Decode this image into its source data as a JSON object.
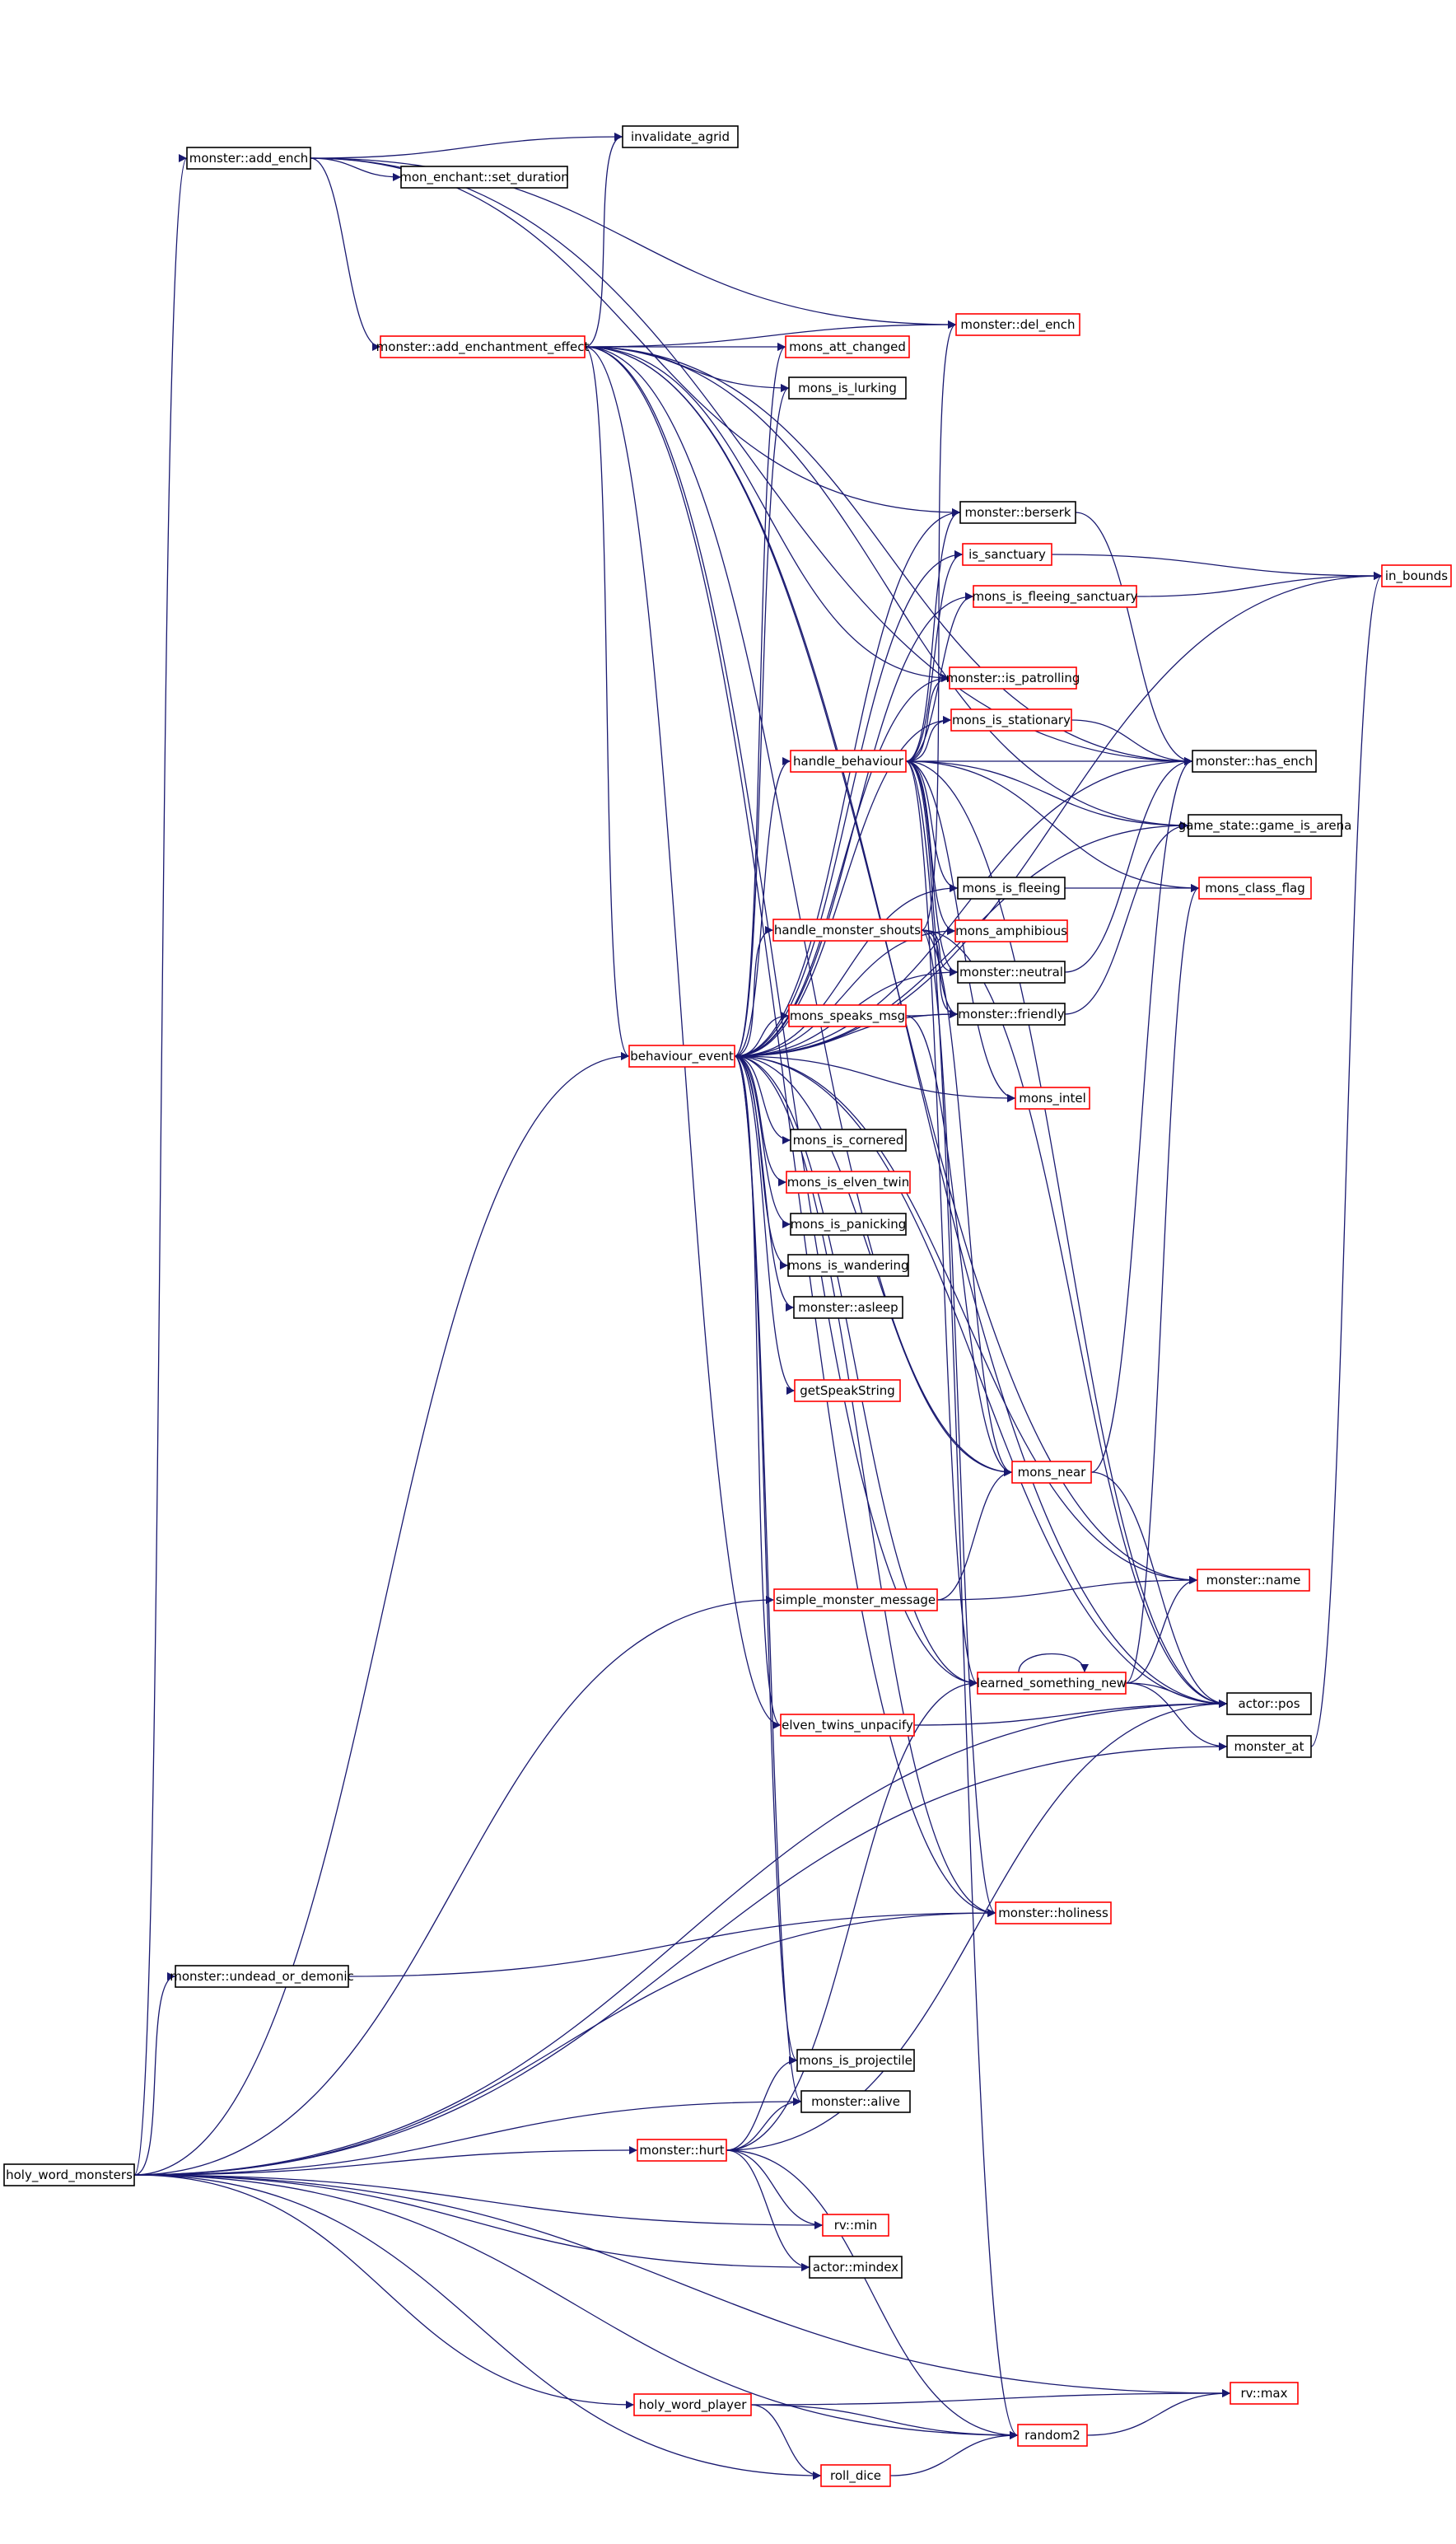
{
  "graph": {
    "edge_color": "#191970",
    "node_border_black": "#000000",
    "node_border_red": "#ff0000",
    "root_fill": "#bfbfbf",
    "nodes": [
      {
        "id": "holy_word_monsters",
        "label": "holy_word_monsters",
        "border": "black",
        "root": true
      },
      {
        "id": "add_ench",
        "label": "monster::add_ench",
        "border": "black"
      },
      {
        "id": "invalidate_agrid",
        "label": "invalidate_agrid",
        "border": "black"
      },
      {
        "id": "set_duration",
        "label": "mon_enchant::set_duration",
        "border": "black"
      },
      {
        "id": "add_enchantment_effect",
        "label": "monster::add_enchantment_effect",
        "border": "red"
      },
      {
        "id": "del_ench",
        "label": "monster::del_ench",
        "border": "red"
      },
      {
        "id": "mons_att_changed",
        "label": "mons_att_changed",
        "border": "red"
      },
      {
        "id": "mons_is_lurking",
        "label": "mons_is_lurking",
        "border": "black"
      },
      {
        "id": "berserk",
        "label": "monster::berserk",
        "border": "black"
      },
      {
        "id": "is_sanctuary",
        "label": "is_sanctuary",
        "border": "red"
      },
      {
        "id": "in_bounds",
        "label": "in_bounds",
        "border": "red"
      },
      {
        "id": "mons_is_fleeing_sanctuary",
        "label": "mons_is_fleeing_sanctuary",
        "border": "red"
      },
      {
        "id": "is_patrolling",
        "label": "monster::is_patrolling",
        "border": "red"
      },
      {
        "id": "mons_is_stationary",
        "label": "mons_is_stationary",
        "border": "red"
      },
      {
        "id": "handle_behaviour",
        "label": "handle_behaviour",
        "border": "red"
      },
      {
        "id": "has_ench",
        "label": "monster::has_ench",
        "border": "black"
      },
      {
        "id": "game_is_arena",
        "label": "game_state::game_is_arena",
        "border": "black"
      },
      {
        "id": "mons_is_fleeing",
        "label": "mons_is_fleeing",
        "border": "black"
      },
      {
        "id": "mons_class_flag",
        "label": "mons_class_flag",
        "border": "red"
      },
      {
        "id": "handle_monster_shouts",
        "label": "handle_monster_shouts",
        "border": "red"
      },
      {
        "id": "mons_amphibious",
        "label": "mons_amphibious",
        "border": "red"
      },
      {
        "id": "neutral",
        "label": "monster::neutral",
        "border": "black"
      },
      {
        "id": "mons_speaks_msg",
        "label": "mons_speaks_msg",
        "border": "red"
      },
      {
        "id": "friendly",
        "label": "monster::friendly",
        "border": "black"
      },
      {
        "id": "behaviour_event",
        "label": "behaviour_event",
        "border": "red"
      },
      {
        "id": "mons_intel",
        "label": "mons_intel",
        "border": "red"
      },
      {
        "id": "mons_is_cornered",
        "label": "mons_is_cornered",
        "border": "black"
      },
      {
        "id": "mons_is_elven_twin",
        "label": "mons_is_elven_twin",
        "border": "red"
      },
      {
        "id": "mons_is_panicking",
        "label": "mons_is_panicking",
        "border": "black"
      },
      {
        "id": "mons_is_wandering",
        "label": "mons_is_wandering",
        "border": "black"
      },
      {
        "id": "asleep",
        "label": "monster::asleep",
        "border": "black"
      },
      {
        "id": "getSpeakString",
        "label": "getSpeakString",
        "border": "red"
      },
      {
        "id": "mons_near",
        "label": "mons_near",
        "border": "red"
      },
      {
        "id": "name",
        "label": "monster::name",
        "border": "red"
      },
      {
        "id": "simple_monster_message",
        "label": "simple_monster_message",
        "border": "red"
      },
      {
        "id": "learned_something_new",
        "label": "learned_something_new",
        "border": "red"
      },
      {
        "id": "pos",
        "label": "actor::pos",
        "border": "black"
      },
      {
        "id": "elven_twins_unpacify",
        "label": "elven_twins_unpacify",
        "border": "red"
      },
      {
        "id": "monster_at",
        "label": "monster_at",
        "border": "black"
      },
      {
        "id": "holiness",
        "label": "monster::holiness",
        "border": "red"
      },
      {
        "id": "undead_or_demonic",
        "label": "monster::undead_or_demonic",
        "border": "black"
      },
      {
        "id": "mons_is_projectile",
        "label": "mons_is_projectile",
        "border": "black"
      },
      {
        "id": "alive",
        "label": "monster::alive",
        "border": "black"
      },
      {
        "id": "hurt",
        "label": "monster::hurt",
        "border": "red"
      },
      {
        "id": "rv_min",
        "label": "rv::min",
        "border": "red"
      },
      {
        "id": "mindex",
        "label": "actor::mindex",
        "border": "black"
      },
      {
        "id": "rv_max",
        "label": "rv::max",
        "border": "red"
      },
      {
        "id": "holy_word_player",
        "label": "holy_word_player",
        "border": "red"
      },
      {
        "id": "random2",
        "label": "random2",
        "border": "red"
      },
      {
        "id": "roll_dice",
        "label": "roll_dice",
        "border": "red"
      }
    ],
    "edges": [
      [
        "holy_word_monsters",
        "add_ench"
      ],
      [
        "holy_word_monsters",
        "behaviour_event"
      ],
      [
        "holy_word_monsters",
        "holiness"
      ],
      [
        "holy_word_monsters",
        "undead_or_demonic"
      ],
      [
        "holy_word_monsters",
        "simple_monster_message"
      ],
      [
        "holy_word_monsters",
        "pos"
      ],
      [
        "holy_word_monsters",
        "alive"
      ],
      [
        "holy_word_monsters",
        "hurt"
      ],
      [
        "holy_word_monsters",
        "rv_min"
      ],
      [
        "holy_word_monsters",
        "mindex"
      ],
      [
        "holy_word_monsters",
        "monster_at"
      ],
      [
        "holy_word_monsters",
        "rv_max"
      ],
      [
        "holy_word_monsters",
        "holy_word_player"
      ],
      [
        "holy_word_monsters",
        "random2"
      ],
      [
        "holy_word_monsters",
        "roll_dice"
      ],
      [
        "add_ench",
        "invalidate_agrid"
      ],
      [
        "add_ench",
        "set_duration"
      ],
      [
        "add_ench",
        "add_enchantment_effect"
      ],
      [
        "add_ench",
        "del_ench"
      ],
      [
        "add_ench",
        "has_ench"
      ],
      [
        "add_ench",
        "berserk"
      ],
      [
        "add_enchantment_effect",
        "invalidate_agrid"
      ],
      [
        "add_enchantment_effect",
        "del_ench"
      ],
      [
        "add_enchantment_effect",
        "mons_att_changed"
      ],
      [
        "add_enchantment_effect",
        "mons_is_lurking"
      ],
      [
        "add_enchantment_effect",
        "has_ench"
      ],
      [
        "add_enchantment_effect",
        "game_is_arena"
      ],
      [
        "add_enchantment_effect",
        "behaviour_event"
      ],
      [
        "add_enchantment_effect",
        "is_patrolling"
      ],
      [
        "add_enchantment_effect",
        "name"
      ],
      [
        "add_enchantment_effect",
        "pos"
      ],
      [
        "add_enchantment_effect",
        "holiness"
      ],
      [
        "add_enchantment_effect",
        "learned_something_new"
      ],
      [
        "add_enchantment_effect",
        "mons_near"
      ],
      [
        "add_enchantment_effect",
        "elven_twins_unpacify"
      ],
      [
        "behaviour_event",
        "mons_att_changed"
      ],
      [
        "behaviour_event",
        "mons_is_lurking"
      ],
      [
        "behaviour_event",
        "berserk"
      ],
      [
        "behaviour_event",
        "is_sanctuary"
      ],
      [
        "behaviour_event",
        "in_bounds"
      ],
      [
        "behaviour_event",
        "mons_is_fleeing_sanctuary"
      ],
      [
        "behaviour_event",
        "is_patrolling"
      ],
      [
        "behaviour_event",
        "mons_is_stationary"
      ],
      [
        "behaviour_event",
        "handle_behaviour"
      ],
      [
        "behaviour_event",
        "has_ench"
      ],
      [
        "behaviour_event",
        "game_is_arena"
      ],
      [
        "behaviour_event",
        "mons_is_fleeing"
      ],
      [
        "behaviour_event",
        "handle_monster_shouts"
      ],
      [
        "behaviour_event",
        "mons_amphibious"
      ],
      [
        "behaviour_event",
        "neutral"
      ],
      [
        "behaviour_event",
        "mons_speaks_msg"
      ],
      [
        "behaviour_event",
        "friendly"
      ],
      [
        "behaviour_event",
        "mons_intel"
      ],
      [
        "behaviour_event",
        "mons_is_cornered"
      ],
      [
        "behaviour_event",
        "mons_is_elven_twin"
      ],
      [
        "behaviour_event",
        "mons_is_panicking"
      ],
      [
        "behaviour_event",
        "mons_is_wandering"
      ],
      [
        "behaviour_event",
        "asleep"
      ],
      [
        "behaviour_event",
        "getSpeakString"
      ],
      [
        "behaviour_event",
        "mons_near"
      ],
      [
        "behaviour_event",
        "name"
      ],
      [
        "behaviour_event",
        "learned_something_new"
      ],
      [
        "behaviour_event",
        "pos"
      ],
      [
        "behaviour_event",
        "elven_twins_unpacify"
      ],
      [
        "behaviour_event",
        "holiness"
      ],
      [
        "behaviour_event",
        "mons_is_projectile"
      ],
      [
        "behaviour_event",
        "alive"
      ],
      [
        "handle_behaviour",
        "berserk"
      ],
      [
        "handle_behaviour",
        "is_sanctuary"
      ],
      [
        "handle_behaviour",
        "mons_is_fleeing_sanctuary"
      ],
      [
        "handle_behaviour",
        "is_patrolling"
      ],
      [
        "handle_behaviour",
        "mons_is_stationary"
      ],
      [
        "handle_behaviour",
        "has_ench"
      ],
      [
        "handle_behaviour",
        "game_is_arena"
      ],
      [
        "handle_behaviour",
        "mons_is_fleeing"
      ],
      [
        "handle_behaviour",
        "mons_amphibious"
      ],
      [
        "handle_behaviour",
        "neutral"
      ],
      [
        "handle_behaviour",
        "friendly"
      ],
      [
        "handle_behaviour",
        "mons_intel"
      ],
      [
        "handle_behaviour",
        "pos"
      ],
      [
        "handle_behaviour",
        "learned_something_new"
      ],
      [
        "handle_behaviour",
        "random2"
      ],
      [
        "handle_behaviour",
        "mons_class_flag"
      ],
      [
        "handle_monster_shouts",
        "neutral"
      ],
      [
        "handle_monster_shouts",
        "friendly"
      ],
      [
        "handle_monster_shouts",
        "del_ench"
      ],
      [
        "handle_monster_shouts",
        "mons_near"
      ],
      [
        "handle_monster_shouts",
        "pos"
      ],
      [
        "handle_monster_shouts",
        "holiness"
      ],
      [
        "mons_speaks_msg",
        "friendly"
      ],
      [
        "mons_speaks_msg",
        "mons_near"
      ],
      [
        "is_sanctuary",
        "in_bounds"
      ],
      [
        "mons_is_fleeing_sanctuary",
        "in_bounds"
      ],
      [
        "mons_is_stationary",
        "has_ench"
      ],
      [
        "berserk",
        "has_ench"
      ],
      [
        "mons_is_fleeing",
        "mons_class_flag"
      ],
      [
        "neutral",
        "has_ench"
      ],
      [
        "friendly",
        "game_is_arena"
      ],
      [
        "mons_near",
        "has_ench"
      ],
      [
        "mons_near",
        "pos"
      ],
      [
        "simple_monster_message",
        "mons_near"
      ],
      [
        "simple_monster_message",
        "name"
      ],
      [
        "learned_something_new",
        "learned_something_new"
      ],
      [
        "learned_something_new",
        "name"
      ],
      [
        "learned_something_new",
        "pos"
      ],
      [
        "learned_something_new",
        "monster_at"
      ],
      [
        "learned_something_new",
        "mons_class_flag"
      ],
      [
        "elven_twins_unpacify",
        "pos"
      ],
      [
        "monster_at",
        "in_bounds"
      ],
      [
        "undead_or_demonic",
        "holiness"
      ],
      [
        "hurt",
        "mons_is_projectile"
      ],
      [
        "hurt",
        "alive"
      ],
      [
        "hurt",
        "rv_min"
      ],
      [
        "hurt",
        "mindex"
      ],
      [
        "hurt",
        "random2"
      ],
      [
        "hurt",
        "learned_something_new"
      ],
      [
        "hurt",
        "pos"
      ],
      [
        "holy_word_player",
        "rv_max"
      ],
      [
        "holy_word_player",
        "random2"
      ],
      [
        "holy_word_player",
        "roll_dice"
      ],
      [
        "roll_dice",
        "random2"
      ],
      [
        "random2",
        "rv_max"
      ]
    ]
  }
}
